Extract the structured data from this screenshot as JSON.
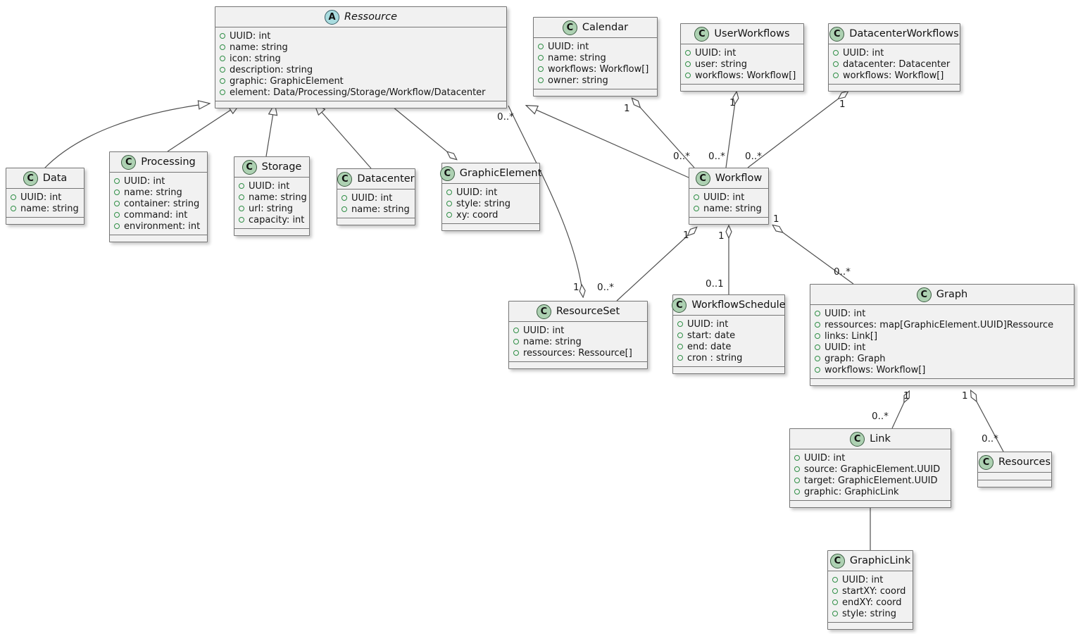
{
  "diagram": {
    "type": "uml-class-diagram",
    "classes": [
      {
        "name": "Ressource",
        "icon_letter": "A",
        "stereotype": "abstract",
        "attributes": [
          "UUID: int",
          "name: string",
          "icon: string",
          "description: string",
          "graphic: GraphicElement",
          "element: Data/Processing/Storage/Workflow/Datacenter"
        ]
      },
      {
        "name": "Data",
        "icon_letter": "C",
        "stereotype": "class",
        "attributes": [
          "UUID: int",
          "name: string"
        ]
      },
      {
        "name": "Processing",
        "icon_letter": "C",
        "stereotype": "class",
        "attributes": [
          "UUID: int",
          "name: string",
          "container: string",
          "command: int",
          "environment: int"
        ]
      },
      {
        "name": "Storage",
        "icon_letter": "C",
        "stereotype": "class",
        "attributes": [
          "UUID: int",
          "name: string",
          "url: string",
          "capacity: int"
        ]
      },
      {
        "name": "Datacenter",
        "icon_letter": "C",
        "stereotype": "class",
        "attributes": [
          "UUID: int",
          "name: string"
        ]
      },
      {
        "name": "GraphicElement",
        "icon_letter": "C",
        "stereotype": "class",
        "attributes": [
          "UUID: int",
          "style: string",
          "xy: coord"
        ]
      },
      {
        "name": "Calendar",
        "icon_letter": "C",
        "stereotype": "class",
        "attributes": [
          "UUID: int",
          "name: string",
          "workflows: Workflow[]",
          "owner: string"
        ]
      },
      {
        "name": "UserWorkflows",
        "icon_letter": "C",
        "stereotype": "class",
        "attributes": [
          "UUID: int",
          "user: string",
          "workflows: Workflow[]"
        ]
      },
      {
        "name": "DatacenterWorkflows",
        "icon_letter": "C",
        "stereotype": "class",
        "attributes": [
          "UUID: int",
          "datacenter: Datacenter",
          "workflows: Workflow[]"
        ]
      },
      {
        "name": "Workflow",
        "icon_letter": "C",
        "stereotype": "class",
        "attributes": [
          "UUID: int",
          "name: string"
        ]
      },
      {
        "name": "ResourceSet",
        "icon_letter": "C",
        "stereotype": "class",
        "attributes": [
          "UUID: int",
          "name: string",
          "ressources: Ressource[]"
        ]
      },
      {
        "name": "WorkflowSchedule",
        "icon_letter": "C",
        "stereotype": "class",
        "attributes": [
          "UUID: int",
          "start: date",
          "end: date",
          "cron : string"
        ]
      },
      {
        "name": "Graph",
        "icon_letter": "C",
        "stereotype": "class",
        "attributes": [
          "UUID: int",
          "ressources: map[GraphicElement.UUID]Ressource",
          "links: Link[]",
          "UUID: int",
          "graph: Graph",
          "workflows: Workflow[]"
        ]
      },
      {
        "name": "Link",
        "icon_letter": "C",
        "stereotype": "class",
        "attributes": [
          "UUID: int",
          "source: GraphicElement.UUID",
          "target: GraphicElement.UUID",
          "graphic: GraphicLink"
        ]
      },
      {
        "name": "Resources",
        "icon_letter": "C",
        "stereotype": "class",
        "attributes": []
      },
      {
        "name": "GraphicLink",
        "icon_letter": "C",
        "stereotype": "class",
        "attributes": [
          "UUID: int",
          "startXY: coord",
          "endXY: coord",
          "style: string"
        ]
      }
    ],
    "inheritance": [
      {
        "child": "Data",
        "parent": "Ressource"
      },
      {
        "child": "Processing",
        "parent": "Ressource"
      },
      {
        "child": "Storage",
        "parent": "Ressource"
      },
      {
        "child": "Datacenter",
        "parent": "Ressource"
      },
      {
        "child": "Workflow",
        "parent": "Ressource"
      }
    ],
    "associations": [
      {
        "from": "Calendar",
        "to": "Workflow",
        "from_label": "1",
        "to_label": "0..*",
        "diamond_at": "Calendar"
      },
      {
        "from": "UserWorkflows",
        "to": "Workflow",
        "from_label": "1",
        "to_label": "0..*",
        "diamond_at": "UserWorkflows"
      },
      {
        "from": "DatacenterWorkflows",
        "to": "Workflow",
        "from_label": "1",
        "to_label": "0..*",
        "diamond_at": "DatacenterWorkflows"
      },
      {
        "from": "ResourceSet",
        "to": "Ressource",
        "from_label": "1",
        "to_label": "0..*",
        "diamond_at": "ResourceSet"
      },
      {
        "from": "Workflow",
        "to": "ResourceSet",
        "from_label": "1",
        "to_label": "0..*",
        "diamond_at": "Workflow"
      },
      {
        "from": "Workflow",
        "to": "WorkflowSchedule",
        "from_label": "1",
        "to_label": "0..1",
        "diamond_at": "Workflow"
      },
      {
        "from": "Workflow",
        "to": "Graph",
        "from_label": "1",
        "to_label": "0..*",
        "diamond_at": "Workflow"
      },
      {
        "from": "Graph",
        "to": "Link",
        "from_label": "1",
        "to_label": "0..*",
        "diamond_at": "Graph"
      },
      {
        "from": "Graph",
        "to": "Resources",
        "from_label": "1",
        "to_label": "0..*",
        "diamond_at": "Graph"
      },
      {
        "from": "Ressource",
        "to": "GraphicElement",
        "from_label": "",
        "to_label": "",
        "diamond_at": "GraphicElement"
      },
      {
        "from": "Link",
        "to": "GraphicLink",
        "from_label": "",
        "to_label": "",
        "diamond_at": ""
      }
    ],
    "colors": {
      "box_fill": "#f1f1f1",
      "box_border": "#757575",
      "class_circle": "#ADD1B2",
      "abstract_circle": "#A9DCDF",
      "visibility_circle": "#2f8f46",
      "edge": "#4e4e4e",
      "background": "#ffffff"
    }
  }
}
